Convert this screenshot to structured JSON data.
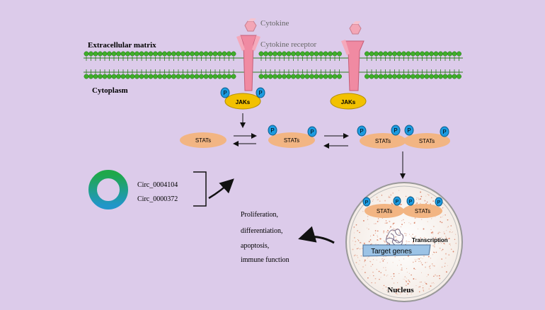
{
  "labels": {
    "cytokine": "Cytokine",
    "cytokine_receptor": "Cytokine receptor",
    "extracellular": "Extracellular matrix",
    "cytoplasm": "Cytoplasm",
    "jaks_left": "JAKs",
    "jaks_right": "JAKs",
    "p": "P",
    "stats_1": "STATs",
    "stats_2": "STATs",
    "stats_3a": "STATs",
    "stats_3b": "STATs",
    "stats_4a": "STATs",
    "stats_4b": "STATs",
    "circ_1": "Circ_0004104",
    "circ_2": "Circ_0000372",
    "transcription": "Transcription",
    "target_genes": "Target genes",
    "nucleus": "Nucleus",
    "outcome_1": "Proliferation,",
    "outcome_2": "differentiation,",
    "outcome_3": "apoptosis,",
    "outcome_4": "immune function"
  },
  "colors": {
    "background": "#dccbea",
    "membrane_head": "#3fae2a",
    "receptor": "#f08aa2",
    "cytokine": "#f3a6b6",
    "jak": "#f2c100",
    "stat": "#f2b583",
    "phospho": "#1d9be0",
    "target_genes": "#9cc3e6"
  },
  "icons": [
    "cytokine-icon",
    "cytokine-receptor-icon",
    "phosphate-icon",
    "circrna-ring-icon",
    "chromatin-icon",
    "nucleus-icon"
  ]
}
